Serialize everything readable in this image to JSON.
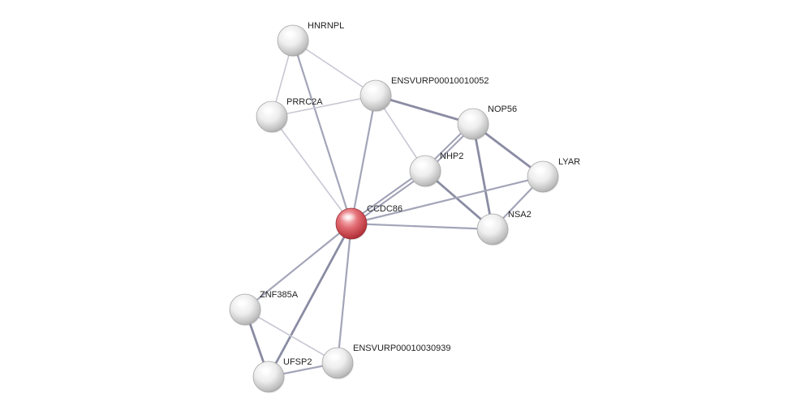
{
  "network": {
    "colors": {
      "query_node": "#d9545c",
      "node": "#e6e6e6",
      "edge": "#8a8ca3"
    },
    "nodes": [
      {
        "id": "CCDC86",
        "label": "CCDC86",
        "query": true
      },
      {
        "id": "HNRNPL",
        "label": "HNRNPL"
      },
      {
        "id": "ENSVURP00010010052",
        "label": "ENSVURP00010010052"
      },
      {
        "id": "PRRC2A",
        "label": "PRRC2A"
      },
      {
        "id": "NOP56",
        "label": "NOP56"
      },
      {
        "id": "NHP2",
        "label": "NHP2"
      },
      {
        "id": "LYAR",
        "label": "LYAR"
      },
      {
        "id": "NSA2",
        "label": "NSA2"
      },
      {
        "id": "ZNF385A",
        "label": "ZNF385A"
      },
      {
        "id": "UFSP2",
        "label": "UFSP2"
      },
      {
        "id": "ENSVURP00010030939",
        "label": "ENSVURP00010030939"
      }
    ],
    "edges": [
      {
        "source": "HNRNPL",
        "target": "PRRC2A",
        "strength": "weak"
      },
      {
        "source": "HNRNPL",
        "target": "ENSVURP00010010052",
        "strength": "weak"
      },
      {
        "source": "HNRNPL",
        "target": "CCDC86",
        "strength": "medium"
      },
      {
        "source": "PRRC2A",
        "target": "ENSVURP00010010052",
        "strength": "weak"
      },
      {
        "source": "PRRC2A",
        "target": "CCDC86",
        "strength": "weak"
      },
      {
        "source": "ENSVURP00010010052",
        "target": "CCDC86",
        "strength": "medium"
      },
      {
        "source": "ENSVURP00010010052",
        "target": "NHP2",
        "strength": "weak"
      },
      {
        "source": "ENSVURP00010010052",
        "target": "NOP56",
        "strength": "strong"
      },
      {
        "source": "NOP56",
        "target": "NHP2",
        "strength": "double"
      },
      {
        "source": "NOP56",
        "target": "LYAR",
        "strength": "strong"
      },
      {
        "source": "NOP56",
        "target": "NSA2",
        "strength": "strong"
      },
      {
        "source": "NHP2",
        "target": "CCDC86",
        "strength": "double"
      },
      {
        "source": "NHP2",
        "target": "NSA2",
        "strength": "strong"
      },
      {
        "source": "LYAR",
        "target": "CCDC86",
        "strength": "medium"
      },
      {
        "source": "LYAR",
        "target": "NSA2",
        "strength": "medium"
      },
      {
        "source": "CCDC86",
        "target": "NSA2",
        "strength": "medium"
      },
      {
        "source": "CCDC86",
        "target": "ZNF385A",
        "strength": "medium"
      },
      {
        "source": "CCDC86",
        "target": "UFSP2",
        "strength": "strong"
      },
      {
        "source": "CCDC86",
        "target": "ENSVURP00010030939",
        "strength": "medium"
      },
      {
        "source": "ZNF385A",
        "target": "UFSP2",
        "strength": "strong"
      },
      {
        "source": "ZNF385A",
        "target": "ENSVURP00010030939",
        "strength": "weak"
      },
      {
        "source": "UFSP2",
        "target": "ENSVURP00010030939",
        "strength": "medium"
      }
    ]
  }
}
